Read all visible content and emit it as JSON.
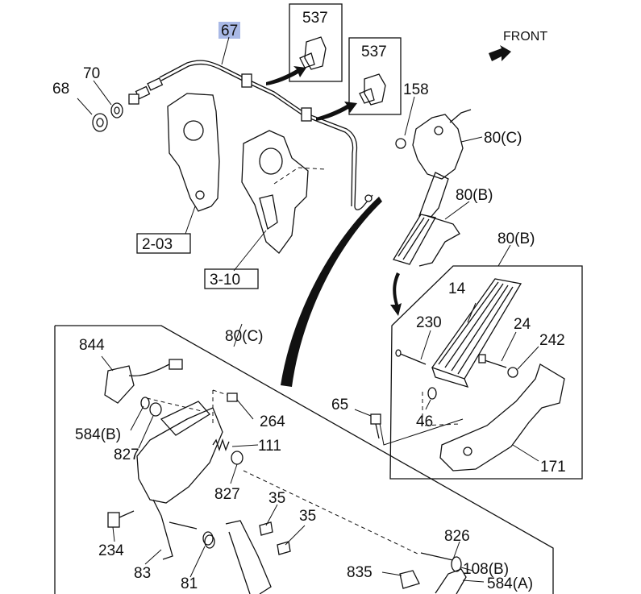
{
  "labels": {
    "l67": "67",
    "l537a": "537",
    "l537b": "537",
    "l70": "70",
    "l68": "68",
    "l158": "158",
    "front": "FRONT",
    "l80c_top": "80(C)",
    "l80b_mid": "80(B)",
    "l80b_right": "80(B)",
    "l203": "2-03",
    "l310": "3-10",
    "l14": "14",
    "l230": "230",
    "l24": "24",
    "l242": "242",
    "l65": "65",
    "l46": "46",
    "l171": "171",
    "l844": "844",
    "l80c_box": "80(C)",
    "l264": "264",
    "l584b": "584(B)",
    "l827a": "827",
    "l111": "111",
    "l827b": "827",
    "l35a": "35",
    "l35b": "35",
    "l234": "234",
    "l83": "83",
    "l81": "81",
    "l826": "826",
    "l835": "835",
    "l108b": "108(B)",
    "l584a": "584(A)"
  },
  "colors": {
    "highlight": "#a9b9e6",
    "ink": "#111111"
  }
}
